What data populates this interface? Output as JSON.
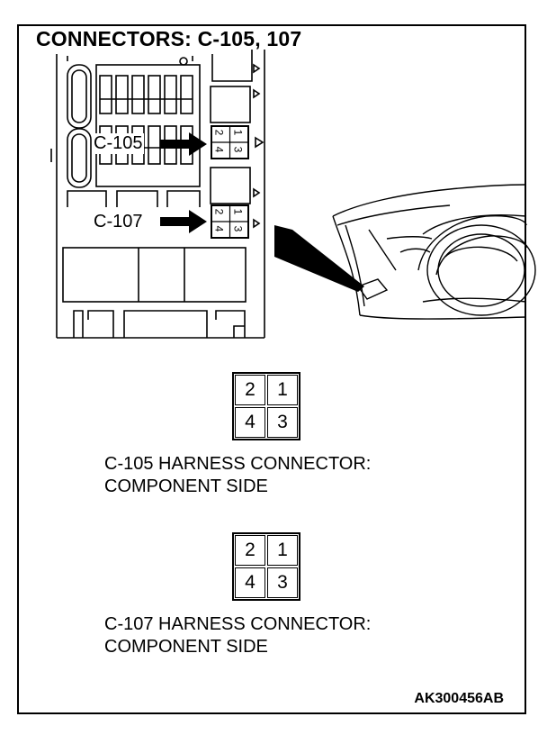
{
  "title": "CONNECTORS: C-105, 107",
  "callouts": {
    "c105": "C-105",
    "c107": "C-107"
  },
  "small_pins": {
    "top_left": "2",
    "top_right": "1",
    "bottom_left": "4",
    "bottom_right": "3"
  },
  "connectors": [
    {
      "pins": {
        "top_left": "2",
        "top_right": "1",
        "bottom_left": "4",
        "bottom_right": "3"
      },
      "caption_line1": "C-105 HARNESS CONNECTOR:",
      "caption_line2": "COMPONENT SIDE"
    },
    {
      "pins": {
        "top_left": "2",
        "top_right": "1",
        "bottom_left": "4",
        "bottom_right": "3"
      },
      "caption_line1": "C-107 HARNESS CONNECTOR:",
      "caption_line2": "COMPONENT SIDE"
    }
  ],
  "figure_code": "AK300456AB"
}
